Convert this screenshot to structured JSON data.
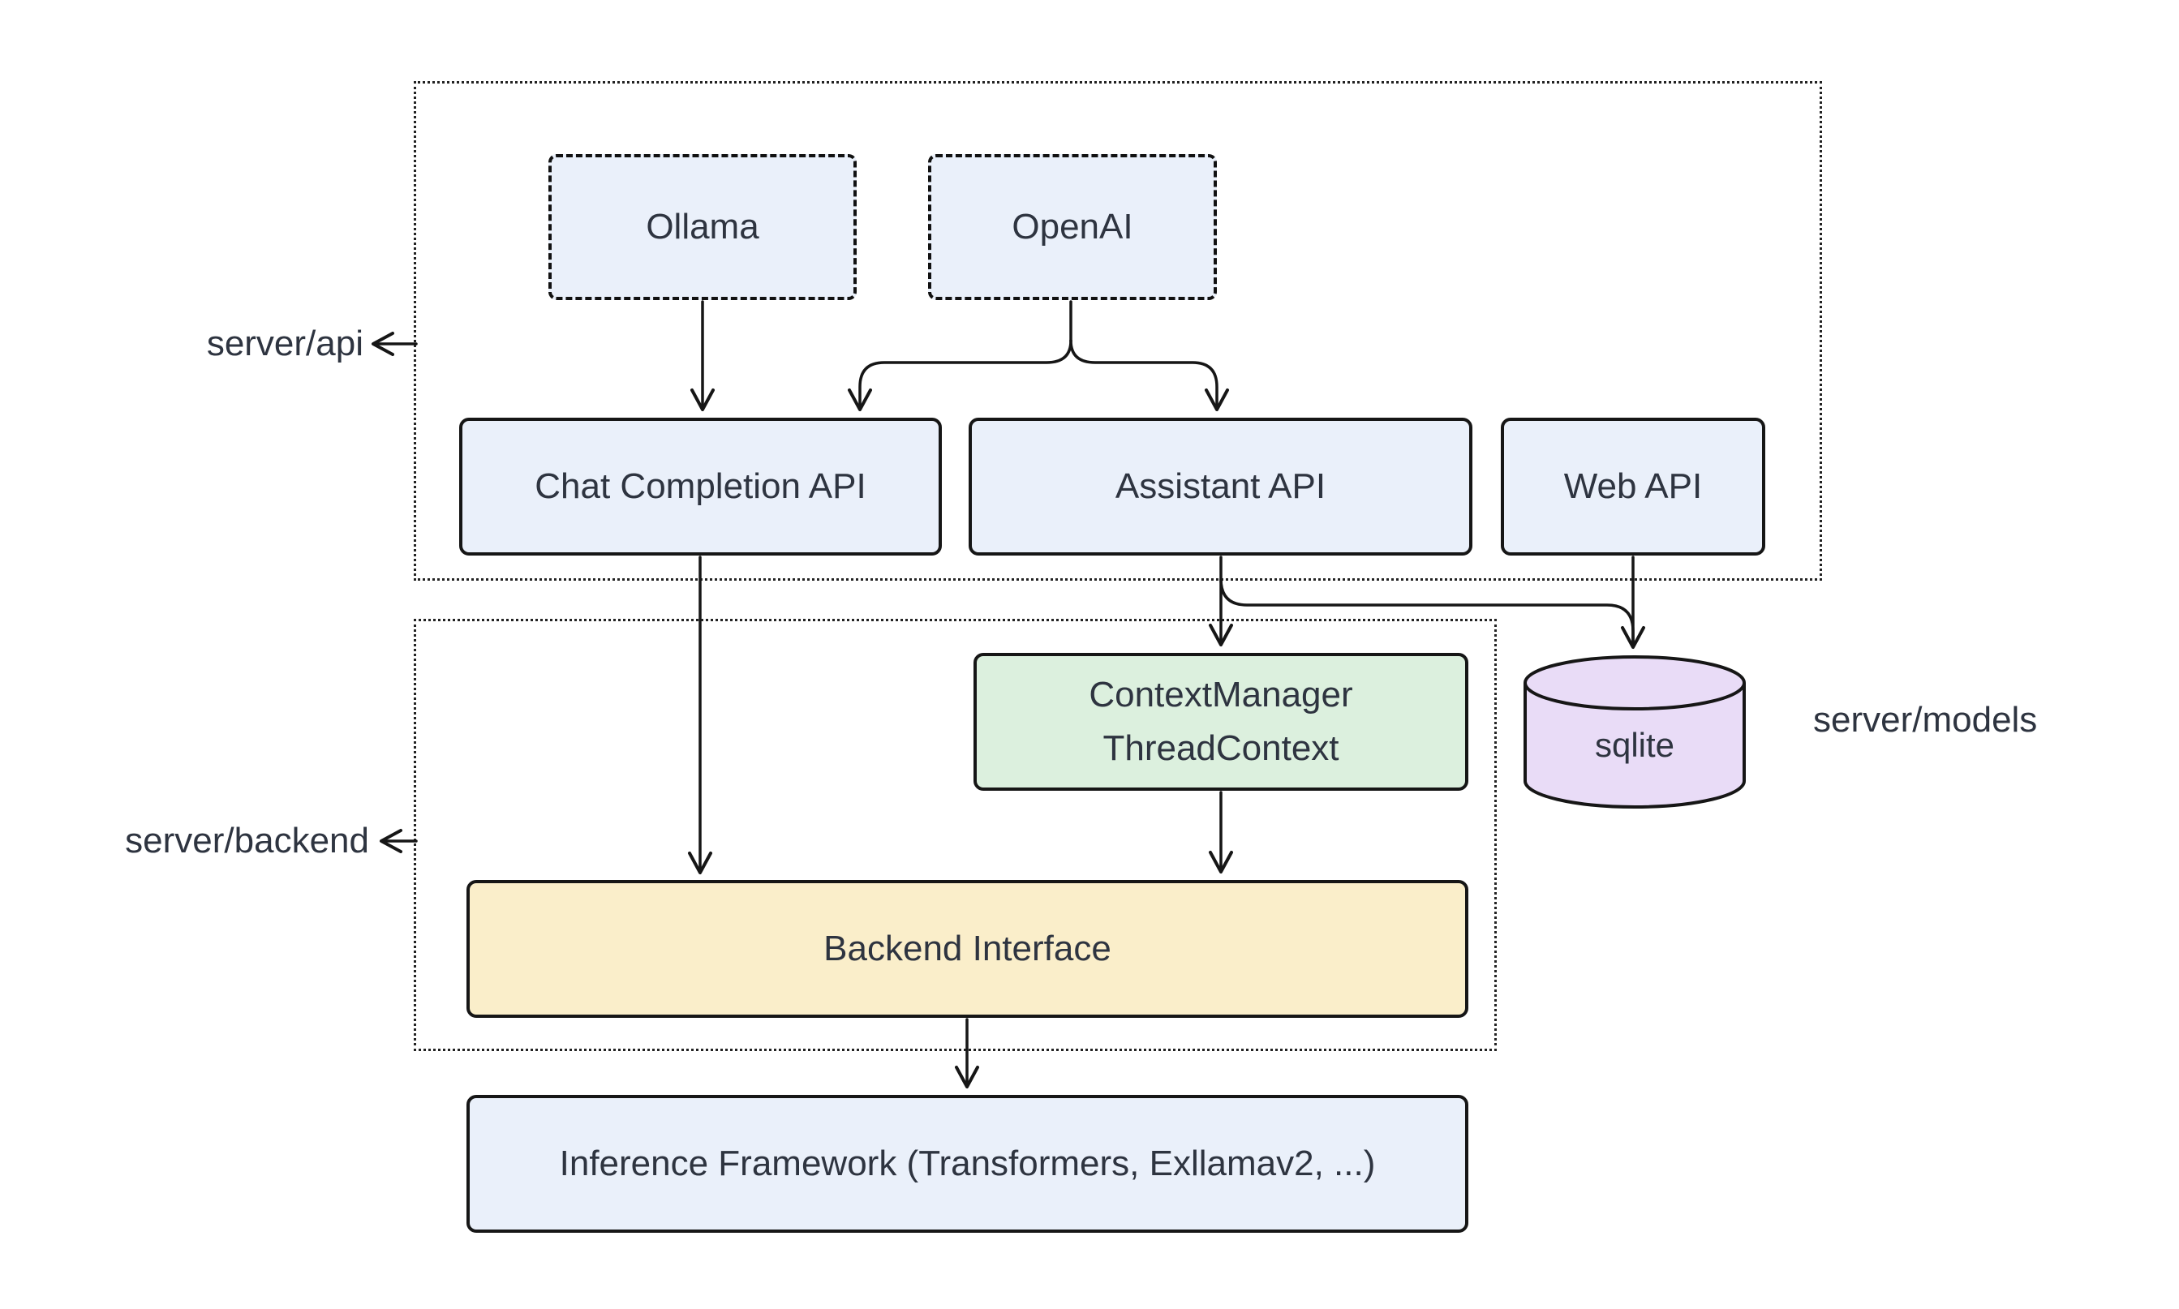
{
  "diagram": {
    "groups": {
      "api": {
        "label": "server/api"
      },
      "backend": {
        "label": "server/backend"
      },
      "models": {
        "label": "server/models"
      }
    },
    "nodes": {
      "ollama": {
        "label": "Ollama"
      },
      "openai": {
        "label": "OpenAI"
      },
      "chat_completion_api": {
        "label": "Chat Completion API"
      },
      "assistant_api": {
        "label": "Assistant API"
      },
      "web_api": {
        "label": "Web API"
      },
      "context_manager": {
        "line1": "ContextManager",
        "line2": "ThreadContext"
      },
      "sqlite": {
        "label": "sqlite"
      },
      "backend_interface": {
        "label": "Backend Interface"
      },
      "inference_framework": {
        "label": "Inference Framework (Transformers, Exllamav2, ...)"
      }
    },
    "colors": {
      "node_fill_blue": "#eaf0fa",
      "node_fill_green": "#dcf0de",
      "node_fill_yellow": "#faeeca",
      "node_fill_purple": "#e9dcf7",
      "stroke": "#161616",
      "dotted_border": "#222222",
      "text": "#2e3440"
    }
  }
}
